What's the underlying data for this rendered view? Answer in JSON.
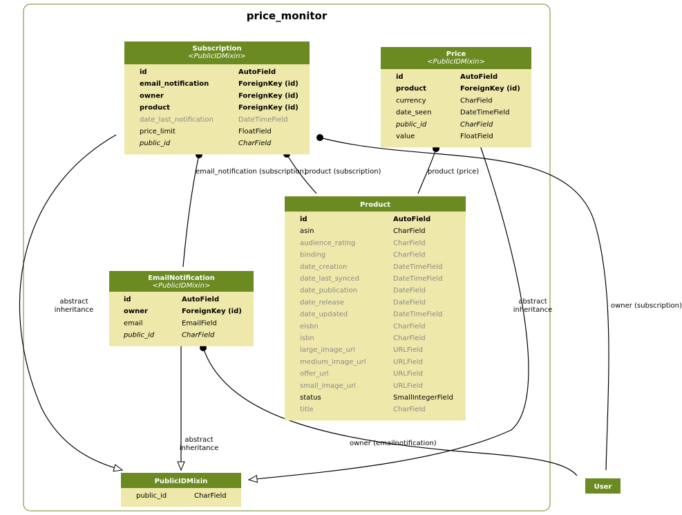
{
  "cluster": {
    "title": "price_monitor"
  },
  "colors": {
    "header": "#6b8b22",
    "body": "#eee8aa",
    "border": "#6b8b22",
    "edge": "#000000"
  },
  "models": {
    "subscription": {
      "name": "Subscription",
      "stereo": "<PublicIDMixin>",
      "fields": [
        {
          "name": "id",
          "type": "AutoField",
          "style": "bold"
        },
        {
          "name": "email_notification",
          "type": "ForeignKey (id)",
          "style": "bold"
        },
        {
          "name": "owner",
          "type": "ForeignKey (id)",
          "style": "bold"
        },
        {
          "name": "product",
          "type": "ForeignKey (id)",
          "style": "bold"
        },
        {
          "name": "date_last_notification",
          "type": "DateTimeField",
          "style": "gray"
        },
        {
          "name": "price_limit",
          "type": "FloatField",
          "style": "normal"
        },
        {
          "name": "public_id",
          "type": "CharField",
          "style": "italic"
        }
      ]
    },
    "price": {
      "name": "Price",
      "stereo": "<PublicIDMixin>",
      "fields": [
        {
          "name": "id",
          "type": "AutoField",
          "style": "bold"
        },
        {
          "name": "product",
          "type": "ForeignKey (id)",
          "style": "bold"
        },
        {
          "name": "currency",
          "type": "CharField",
          "style": "normal"
        },
        {
          "name": "date_seen",
          "type": "DateTimeField",
          "style": "normal"
        },
        {
          "name": "public_id",
          "type": "CharField",
          "style": "italic"
        },
        {
          "name": "value",
          "type": "FloatField",
          "style": "normal"
        }
      ]
    },
    "product": {
      "name": "Product",
      "stereo": "",
      "fields": [
        {
          "name": "id",
          "type": "AutoField",
          "style": "bold"
        },
        {
          "name": "asin",
          "type": "CharField",
          "style": "normal"
        },
        {
          "name": "audience_rating",
          "type": "CharField",
          "style": "gray"
        },
        {
          "name": "binding",
          "type": "CharField",
          "style": "gray"
        },
        {
          "name": "date_creation",
          "type": "DateTimeField",
          "style": "gray"
        },
        {
          "name": "date_last_synced",
          "type": "DateTimeField",
          "style": "gray"
        },
        {
          "name": "date_publication",
          "type": "DateField",
          "style": "gray"
        },
        {
          "name": "date_release",
          "type": "DateField",
          "style": "gray"
        },
        {
          "name": "date_updated",
          "type": "DateTimeField",
          "style": "gray"
        },
        {
          "name": "eisbn",
          "type": "CharField",
          "style": "gray"
        },
        {
          "name": "isbn",
          "type": "CharField",
          "style": "gray"
        },
        {
          "name": "large_image_url",
          "type": "URLField",
          "style": "gray"
        },
        {
          "name": "medium_image_url",
          "type": "URLField",
          "style": "gray"
        },
        {
          "name": "offer_url",
          "type": "URLField",
          "style": "gray"
        },
        {
          "name": "small_image_url",
          "type": "URLField",
          "style": "gray"
        },
        {
          "name": "status",
          "type": "SmallIntegerField",
          "style": "normal"
        },
        {
          "name": "title",
          "type": "CharField",
          "style": "gray"
        }
      ]
    },
    "emailnotification": {
      "name": "EmailNotification",
      "stereo": "<PublicIDMixin>",
      "fields": [
        {
          "name": "id",
          "type": "AutoField",
          "style": "bold"
        },
        {
          "name": "owner",
          "type": "ForeignKey (id)",
          "style": "bold"
        },
        {
          "name": "email",
          "type": "EmailField",
          "style": "normal"
        },
        {
          "name": "public_id",
          "type": "CharField",
          "style": "italic"
        }
      ]
    },
    "publicidmixin": {
      "name": "PublicIDMixin",
      "stereo": "",
      "fields": [
        {
          "name": "public_id",
          "type": "CharField",
          "style": "normal"
        }
      ]
    },
    "user": {
      "name": "User",
      "stereo": "",
      "fields": []
    }
  },
  "edges": {
    "email_notification": "email_notification (subscription)",
    "product_subscription": "product (subscription)",
    "product_price": "product (price)",
    "owner_subscription": "owner (subscription)",
    "owner_emailnotification": "owner (emailnotification)",
    "abstract_line1": "abstract",
    "abstract_line2": "inheritance"
  }
}
